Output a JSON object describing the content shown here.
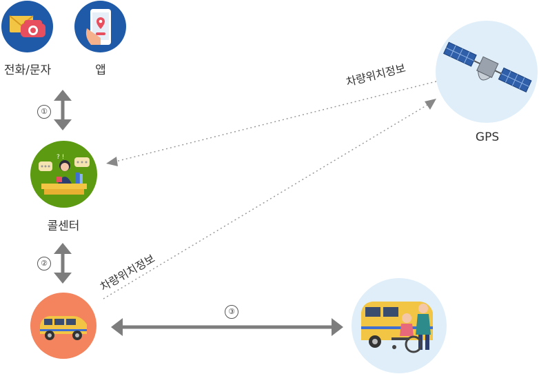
{
  "nodes": {
    "phone_sms": {
      "label": "전화/문자",
      "icon": "envelope-telephone-icon",
      "color": "#1f5aa8"
    },
    "app": {
      "label": "앱",
      "icon": "smartphone-map-icon",
      "color": "#1f5aa8"
    },
    "call_center": {
      "label": "콜센터",
      "icon": "operator-desk-icon",
      "color": "#5c9a12"
    },
    "gps": {
      "label": "GPS",
      "icon": "satellite-icon",
      "color": "#dfeef9"
    },
    "vehicle": {
      "label": "",
      "icon": "taxi-van-icon",
      "color": "#f3845d"
    },
    "passenger": {
      "label": "",
      "icon": "wheelchair-user-van-icon",
      "color": "#dfeef9"
    }
  },
  "steps": {
    "step1": "①",
    "step2": "②",
    "step3": "③"
  },
  "edges": {
    "gps_to_center": "차량위치정보",
    "vehicle_to_gps": "차량위치정보"
  }
}
